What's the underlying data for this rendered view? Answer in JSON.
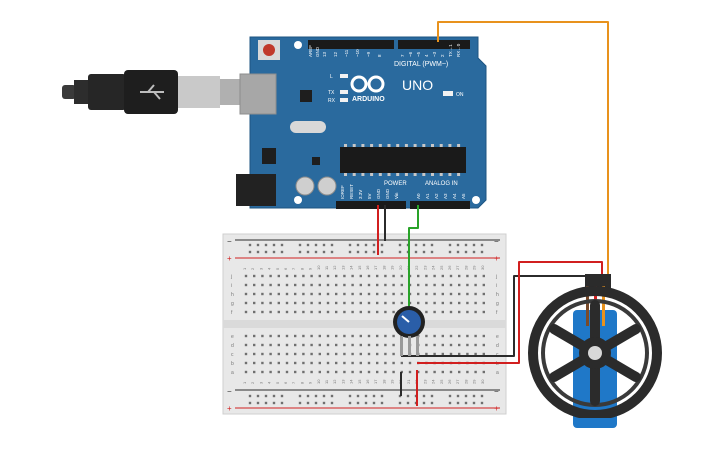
{
  "arduino": {
    "model_text": "UNO",
    "brand_text": "ARDUINO",
    "digital_label": "DIGITAL (PWM~)",
    "power_label": "POWER",
    "analog_label": "ANALOG IN",
    "on_label": "ON",
    "led_l": "L",
    "led_tx": "TX",
    "led_rx": "RX",
    "top_pins": [
      "AREF",
      "GND",
      "13",
      "12",
      "~11",
      "~10",
      "~9",
      "8",
      "7",
      "~6",
      "~5",
      "4",
      "~3",
      "2",
      "TX→1",
      "RX←0"
    ],
    "power_pins": [
      "IOREF",
      "RESET",
      "3.3V",
      "5V",
      "GND",
      "GND",
      "Vin"
    ],
    "analog_pins": [
      "A0",
      "A1",
      "A2",
      "A3",
      "A4",
      "A5"
    ]
  },
  "breadboard": {
    "row_letters_top": [
      "j",
      "i",
      "h",
      "g",
      "f"
    ],
    "row_letters_bottom": [
      "e",
      "d",
      "c",
      "b",
      "a"
    ],
    "columns": [
      "1",
      "2",
      "3",
      "4",
      "5",
      "6",
      "7",
      "8",
      "9",
      "10",
      "11",
      "12",
      "13",
      "14",
      "15",
      "16",
      "17",
      "18",
      "19",
      "20",
      "21",
      "22",
      "23",
      "24",
      "25",
      "26",
      "27",
      "28",
      "29",
      "30"
    ],
    "plus": "+",
    "minus": "−"
  },
  "colors": {
    "board": "#2a6a9e",
    "breadboard": "#e8e8e8",
    "wire_orange": "#e8921d",
    "wire_red": "#d11f1f",
    "wire_black": "#2b2b2b",
    "wire_green": "#29a329",
    "servo": "#1f78c8"
  }
}
